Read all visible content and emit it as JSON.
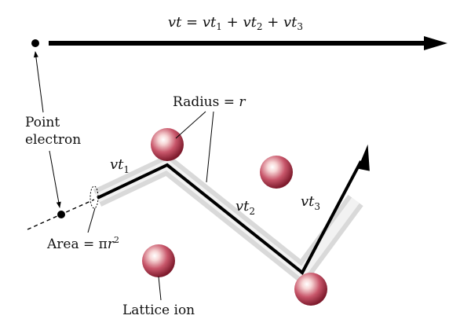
{
  "equation": {
    "lhs_var": "vt",
    "eq": " = ",
    "term1_var": "vt",
    "term1_sub": "1",
    "plus1": " + ",
    "term2_var": "vt",
    "term2_sub": "2",
    "plus2": " + ",
    "term3_var": "vt",
    "term3_sub": "3"
  },
  "labels": {
    "radius_prefix": "Radius = ",
    "radius_var": "r",
    "point_line1": "Point",
    "point_line2": "electron",
    "area_prefix": "Area = π",
    "area_var": "r",
    "area_exp": "2",
    "lattice_ion": "Lattice ion"
  },
  "segments": [
    {
      "var": "vt",
      "sub": "1"
    },
    {
      "var": "vt",
      "sub": "2"
    },
    {
      "var": "vt",
      "sub": "3"
    }
  ],
  "colors": {
    "path": "#000000",
    "tube": "#d6d6d6",
    "ion_core": "#f7d6d6",
    "ion_mid": "#c8566a",
    "ion_edge": "#8a1f33"
  }
}
